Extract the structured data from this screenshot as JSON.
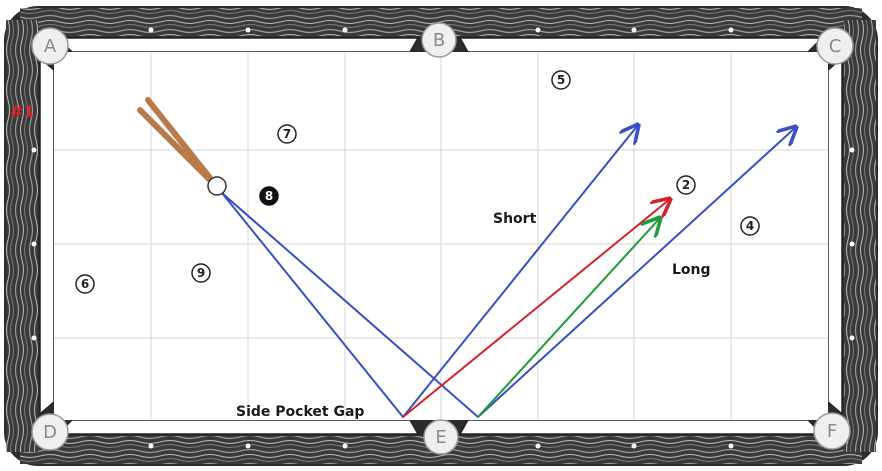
{
  "diagram_tag": "#1",
  "pockets": [
    {
      "id": "A",
      "label": "A"
    },
    {
      "id": "B",
      "label": "B"
    },
    {
      "id": "C",
      "label": "C"
    },
    {
      "id": "D",
      "label": "D"
    },
    {
      "id": "E",
      "label": "E"
    },
    {
      "id": "F",
      "label": "F"
    }
  ],
  "balls": [
    {
      "id": "ball-5",
      "label": "5",
      "style": "outline"
    },
    {
      "id": "ball-7",
      "label": "7",
      "style": "outline"
    },
    {
      "id": "ball-8",
      "label": "8",
      "style": "solid"
    },
    {
      "id": "ball-2",
      "label": "2",
      "style": "outline"
    },
    {
      "id": "ball-4",
      "label": "4",
      "style": "outline"
    },
    {
      "id": "ball-9",
      "label": "9",
      "style": "outline"
    },
    {
      "id": "ball-6",
      "label": "6",
      "style": "outline"
    }
  ],
  "labels": {
    "short": "Short",
    "long": "Long",
    "side_pocket_gap": "Side Pocket Gap"
  },
  "colors": {
    "blue_path": "#3a4fc4",
    "red_path": "#d8202c",
    "green_path": "#1f9a3a",
    "cue_stick": "#b97a4a",
    "rail_dark": "#2a2a2a",
    "tag": "#e0202a"
  }
}
